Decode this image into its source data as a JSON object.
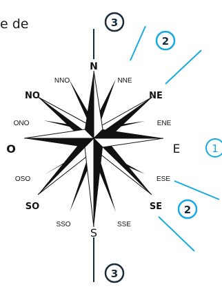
{
  "intro_text_fragment": "e de",
  "compass": {
    "cardinal": {
      "north": "N",
      "east": "E",
      "south": "S",
      "west": "O"
    },
    "intercardinal": {
      "northeast": "NE",
      "southeast": "SE",
      "southwest": "SO",
      "northwest": "NO"
    },
    "secondary": {
      "nne": "NNE",
      "ene": "ENE",
      "ese": "ESE",
      "sse": "SSE",
      "sso": "SSO",
      "oso": "OSO",
      "ono": "ONO",
      "nno": "NNO"
    }
  },
  "markers": {
    "one": "1",
    "two": "2",
    "three": "3"
  },
  "colors": {
    "ink": "#1a1a1a",
    "accent": "#17a9df",
    "accent_fill": "#ffffff"
  }
}
